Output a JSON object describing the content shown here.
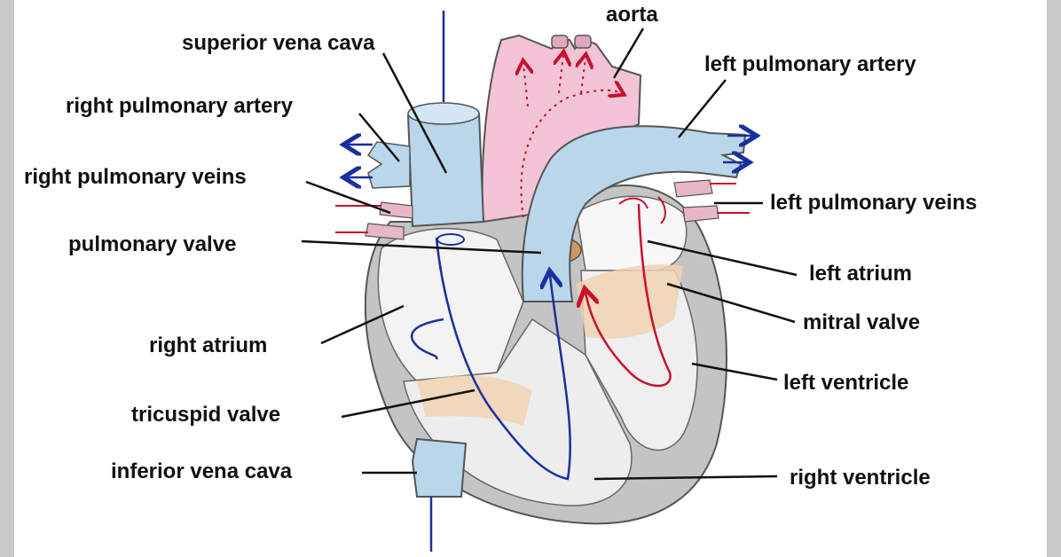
{
  "labels": {
    "aorta": "aorta",
    "superior_vena_cava": "superior vena cava",
    "left_pulmonary_artery": "left pulmonary artery",
    "right_pulmonary_artery": "right pulmonary artery",
    "right_pulmonary_veins": "right pulmonary veins",
    "left_pulmonary_veins": "left pulmonary veins",
    "pulmonary_valve": "pulmonary valve",
    "left_atrium": "left atrium",
    "mitral_valve": "mitral valve",
    "right_atrium": "right atrium",
    "left_ventricle": "left ventricle",
    "tricuspid_valve": "tricuspid valve",
    "inferior_vena_cava": "inferior vena cava",
    "right_ventricle": "right ventricle"
  },
  "colors": {
    "deoxygenated": "#1a2fa0",
    "oxygenated": "#c8102e",
    "vessel_blue": "#b9d6ea",
    "vessel_pink": "#f2c4d6",
    "valve_tan": "#f1d2b2",
    "wall_grey": "#bdbdbd"
  }
}
